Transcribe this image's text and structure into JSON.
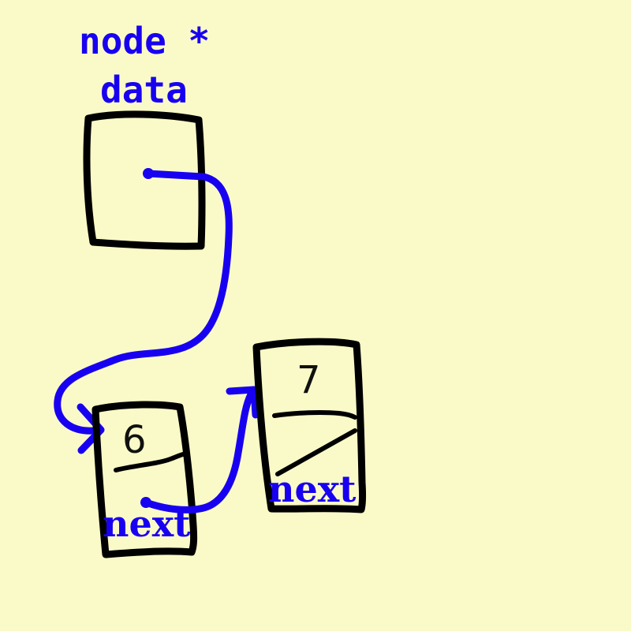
{
  "diagram": {
    "title_line1": "node *",
    "title_line2": "data",
    "background_color": "#fafac8",
    "ink_color": "#000000",
    "pointer_color": "#1800f0"
  },
  "pointer_variable": {
    "name_line1": "node *",
    "name_line2": "data",
    "box_label": ""
  },
  "nodes": [
    {
      "value": "6",
      "next_label": "next",
      "next_is_null": false
    },
    {
      "value": "7",
      "next_label": "next",
      "next_is_null": true
    }
  ]
}
